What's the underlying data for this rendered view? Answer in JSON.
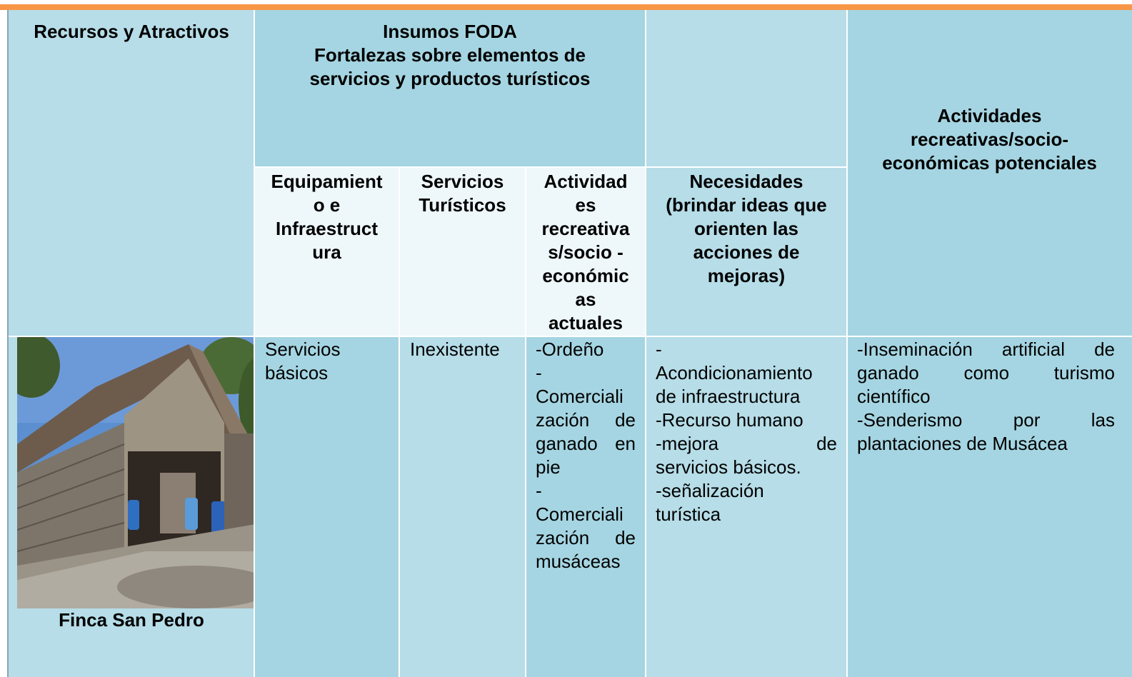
{
  "colors": {
    "accent_bar": "#f79646",
    "header_blue": "#a5d5e2",
    "light_blue": "#b6dde8",
    "pale_blue": "#eef7fa"
  },
  "header": {
    "col1": "Recursos y  Atractivos",
    "insumos_lines": [
      "Insumos FODA",
      "Fortalezas sobre elementos de",
      "servicios y productos turísticos"
    ],
    "actividades_potenciales_lines": [
      "Actividades",
      "recreativas/socio-",
      "económicas potenciales"
    ],
    "equipamiento_lines": [
      "Equipamient",
      "o e",
      "Infraestruct",
      "ura"
    ],
    "servicios_lines": [
      "Servicios",
      "Turísticos"
    ],
    "actividades_actuales_lines": [
      "Actividad",
      "es",
      "recreativa",
      "s/socio -",
      "económic",
      "as",
      "actuales"
    ],
    "necesidades_lines": [
      "Necesidades",
      "(brindar ideas que",
      "orienten las",
      "acciones de",
      "mejoras)"
    ]
  },
  "row": {
    "resource_name": "Finca San Pedro",
    "photo_icon": "barn-photo",
    "equipamiento_lines": [
      "Servicios",
      "básicos"
    ],
    "servicios": "Inexistente",
    "actividades_actuales_lines": [
      "-Ordeño",
      "-",
      "Comerciali",
      "zación de",
      "ganado en",
      "pie",
      "-",
      "Comerciali",
      "zación de",
      "musáceas"
    ],
    "necesidades_lines": [
      "-",
      "Acondicionamiento",
      "de infraestructura",
      "-Recurso humano",
      "-mejora de",
      "servicios básicos.",
      "-señalización",
      "turística"
    ],
    "potenciales_lines": [
      "-Inseminación artificial de",
      "ganado como turismo",
      "científico",
      "-Senderismo por las",
      "plantaciones de Musácea"
    ]
  }
}
